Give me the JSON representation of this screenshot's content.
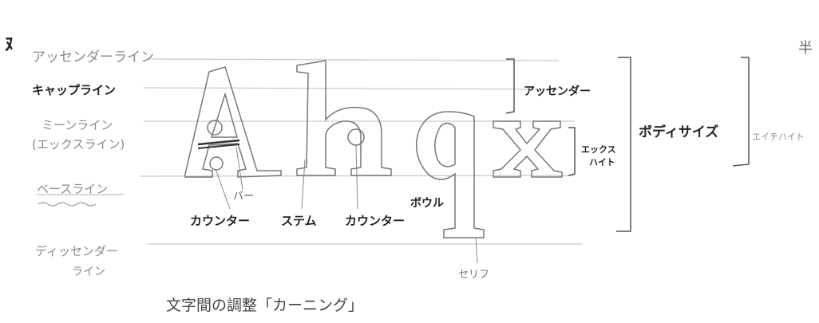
{
  "sketch": {
    "specimen_letters": "Ahqx",
    "line_labels": {
      "ascender_line": "アッセンダーライン",
      "cap_line": "キャップライン",
      "mean_line": "ミーンライン",
      "mean_line_alt": "(エックスライン)",
      "baseline": "ベースライン",
      "descender_line": "ディッセンダー",
      "descender_line_2": "ライン"
    },
    "part_labels": {
      "bar": "バー",
      "counter_a": "カウンター",
      "stem": "ステム",
      "counter_h": "カウンター",
      "bowl": "ボウル",
      "serif": "セリフ"
    },
    "measure_labels": {
      "ascender": "アッセンダー",
      "x_height": "エックス",
      "x_height_2": "ハイト",
      "body_size": "ボディサイズ",
      "eye_height": "エイチハイト"
    },
    "caption": "文字間の調整「カーニング」",
    "corner_marks": {
      "left": "ﾇ",
      "right": "半"
    }
  }
}
